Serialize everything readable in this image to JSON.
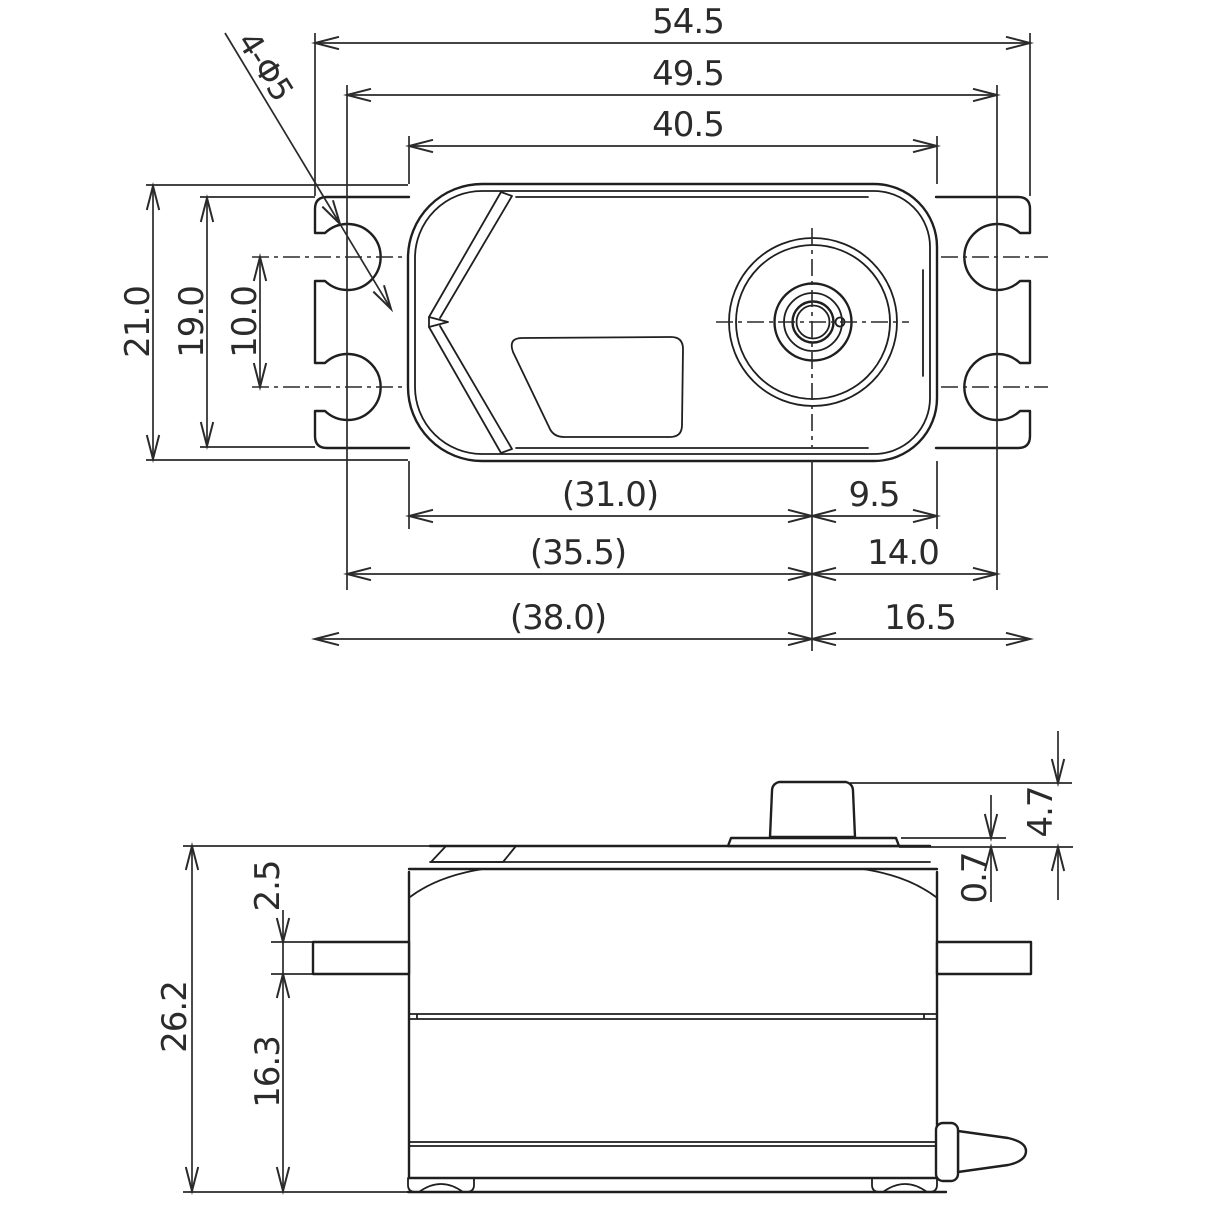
{
  "drawing": {
    "background_color": "#ffffff",
    "line_color": "#1f1f1f",
    "units_implied": "mm",
    "views": [
      "top-view",
      "side-view"
    ]
  },
  "dims": {
    "total_width": "54.5",
    "screw_span": "49.5",
    "case_width": "40.5",
    "case_height": "21.0",
    "flange_height": "19.0",
    "hole_spacing": "10.0",
    "hole_callout": "4-Φ5",
    "shaft_left_case": "(31.0)",
    "shaft_right_case": "9.5",
    "shaft_left_screw": "(35.5)",
    "shaft_right_screw": "14.0",
    "shaft_left_flange": "(38.0)",
    "shaft_right_flange": "16.5",
    "total_height": "26.2",
    "flange_thickness": "2.5",
    "flange_to_bottom": "16.3",
    "spline_height": "4.7",
    "washer_height": "0.7"
  }
}
